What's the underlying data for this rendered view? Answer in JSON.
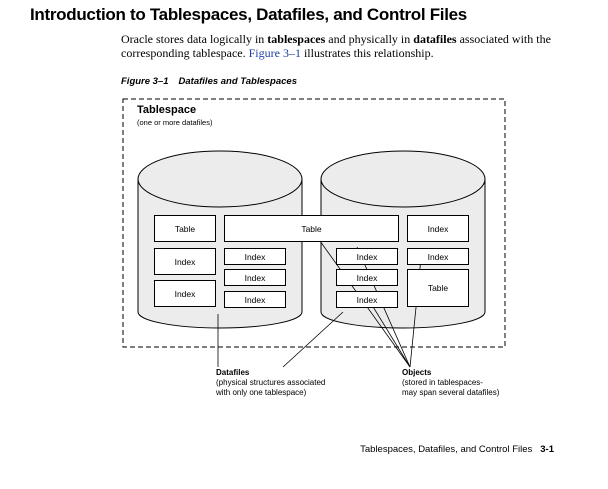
{
  "title": "Introduction to Tablespaces, Datafiles, and Control Files",
  "intro": {
    "p1": "Oracle stores data logically in ",
    "b1": "tablespaces",
    "p2": " and physically in ",
    "b2": "datafiles",
    "p3": " associated with the corresponding tablespace. ",
    "link": "Figure 3–1",
    "p4": " illustrates this relationship."
  },
  "figure": {
    "number": "Figure 3–1",
    "caption": "Datafiles and Tablespaces",
    "tablespace_title": "Tablespace",
    "tablespace_sub": "(one or more datafiles)",
    "boxes": {
      "left_table": "Table",
      "left_index_1": "Index",
      "left_index_2": "Index",
      "span_table": "Table",
      "mid_index_1": "Index",
      "mid_index_2": "Index",
      "mid_index_3": "Index",
      "r_index_1": "Index",
      "r_index_2": "Index",
      "r_index_3": "Index",
      "far_index_1": "Index",
      "far_index_2": "Index",
      "far_table": "Table"
    },
    "datafiles_label": "Datafiles",
    "datafiles_desc_1": "(physical structures associated",
    "datafiles_desc_2": "with only one tablespace)",
    "objects_label": "Objects",
    "objects_desc_1": "(stored in tablespaces-",
    "objects_desc_2": "may span several datafiles)"
  },
  "footer": {
    "text": "Tablespaces, Datafiles, and Control Files",
    "page": "3-1"
  }
}
